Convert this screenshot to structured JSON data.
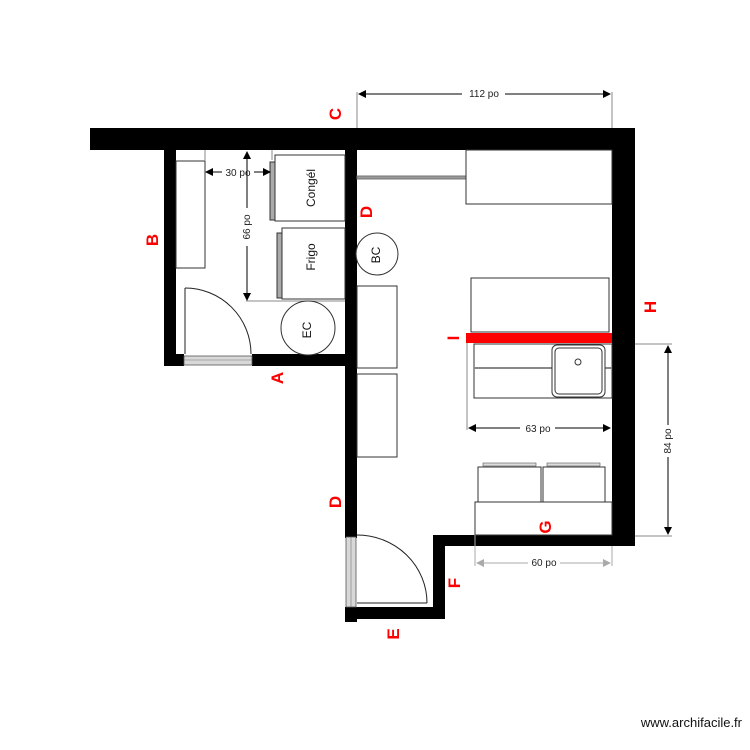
{
  "plan": {
    "units": "po",
    "colors": {
      "wall": "#000000",
      "label": "#ff0000",
      "counter_edge": "#ff0000",
      "window_fill": "#d8d8d8",
      "furniture_stroke": "#333333",
      "dimension_line": "#000000",
      "dimension_line_light": "#aaaaaa"
    },
    "wall_labels": {
      "A": "A",
      "B": "B",
      "C": "C",
      "D_top": "D",
      "D_bottom": "D",
      "E": "E",
      "F": "F",
      "G": "G",
      "H": "H",
      "I": "I"
    },
    "dimensions": {
      "top_width": "112 po",
      "left_room_width": "30 po",
      "left_room_depth": "66 po",
      "counter_width": "63 po",
      "right_height": "84 po",
      "bottom_counter_width": "60 po"
    },
    "furniture": {
      "freezer": "Congél",
      "fridge": "Frigo",
      "water_heater": "EC",
      "bc": "BC"
    }
  },
  "watermark": "www.archifacile.fr"
}
